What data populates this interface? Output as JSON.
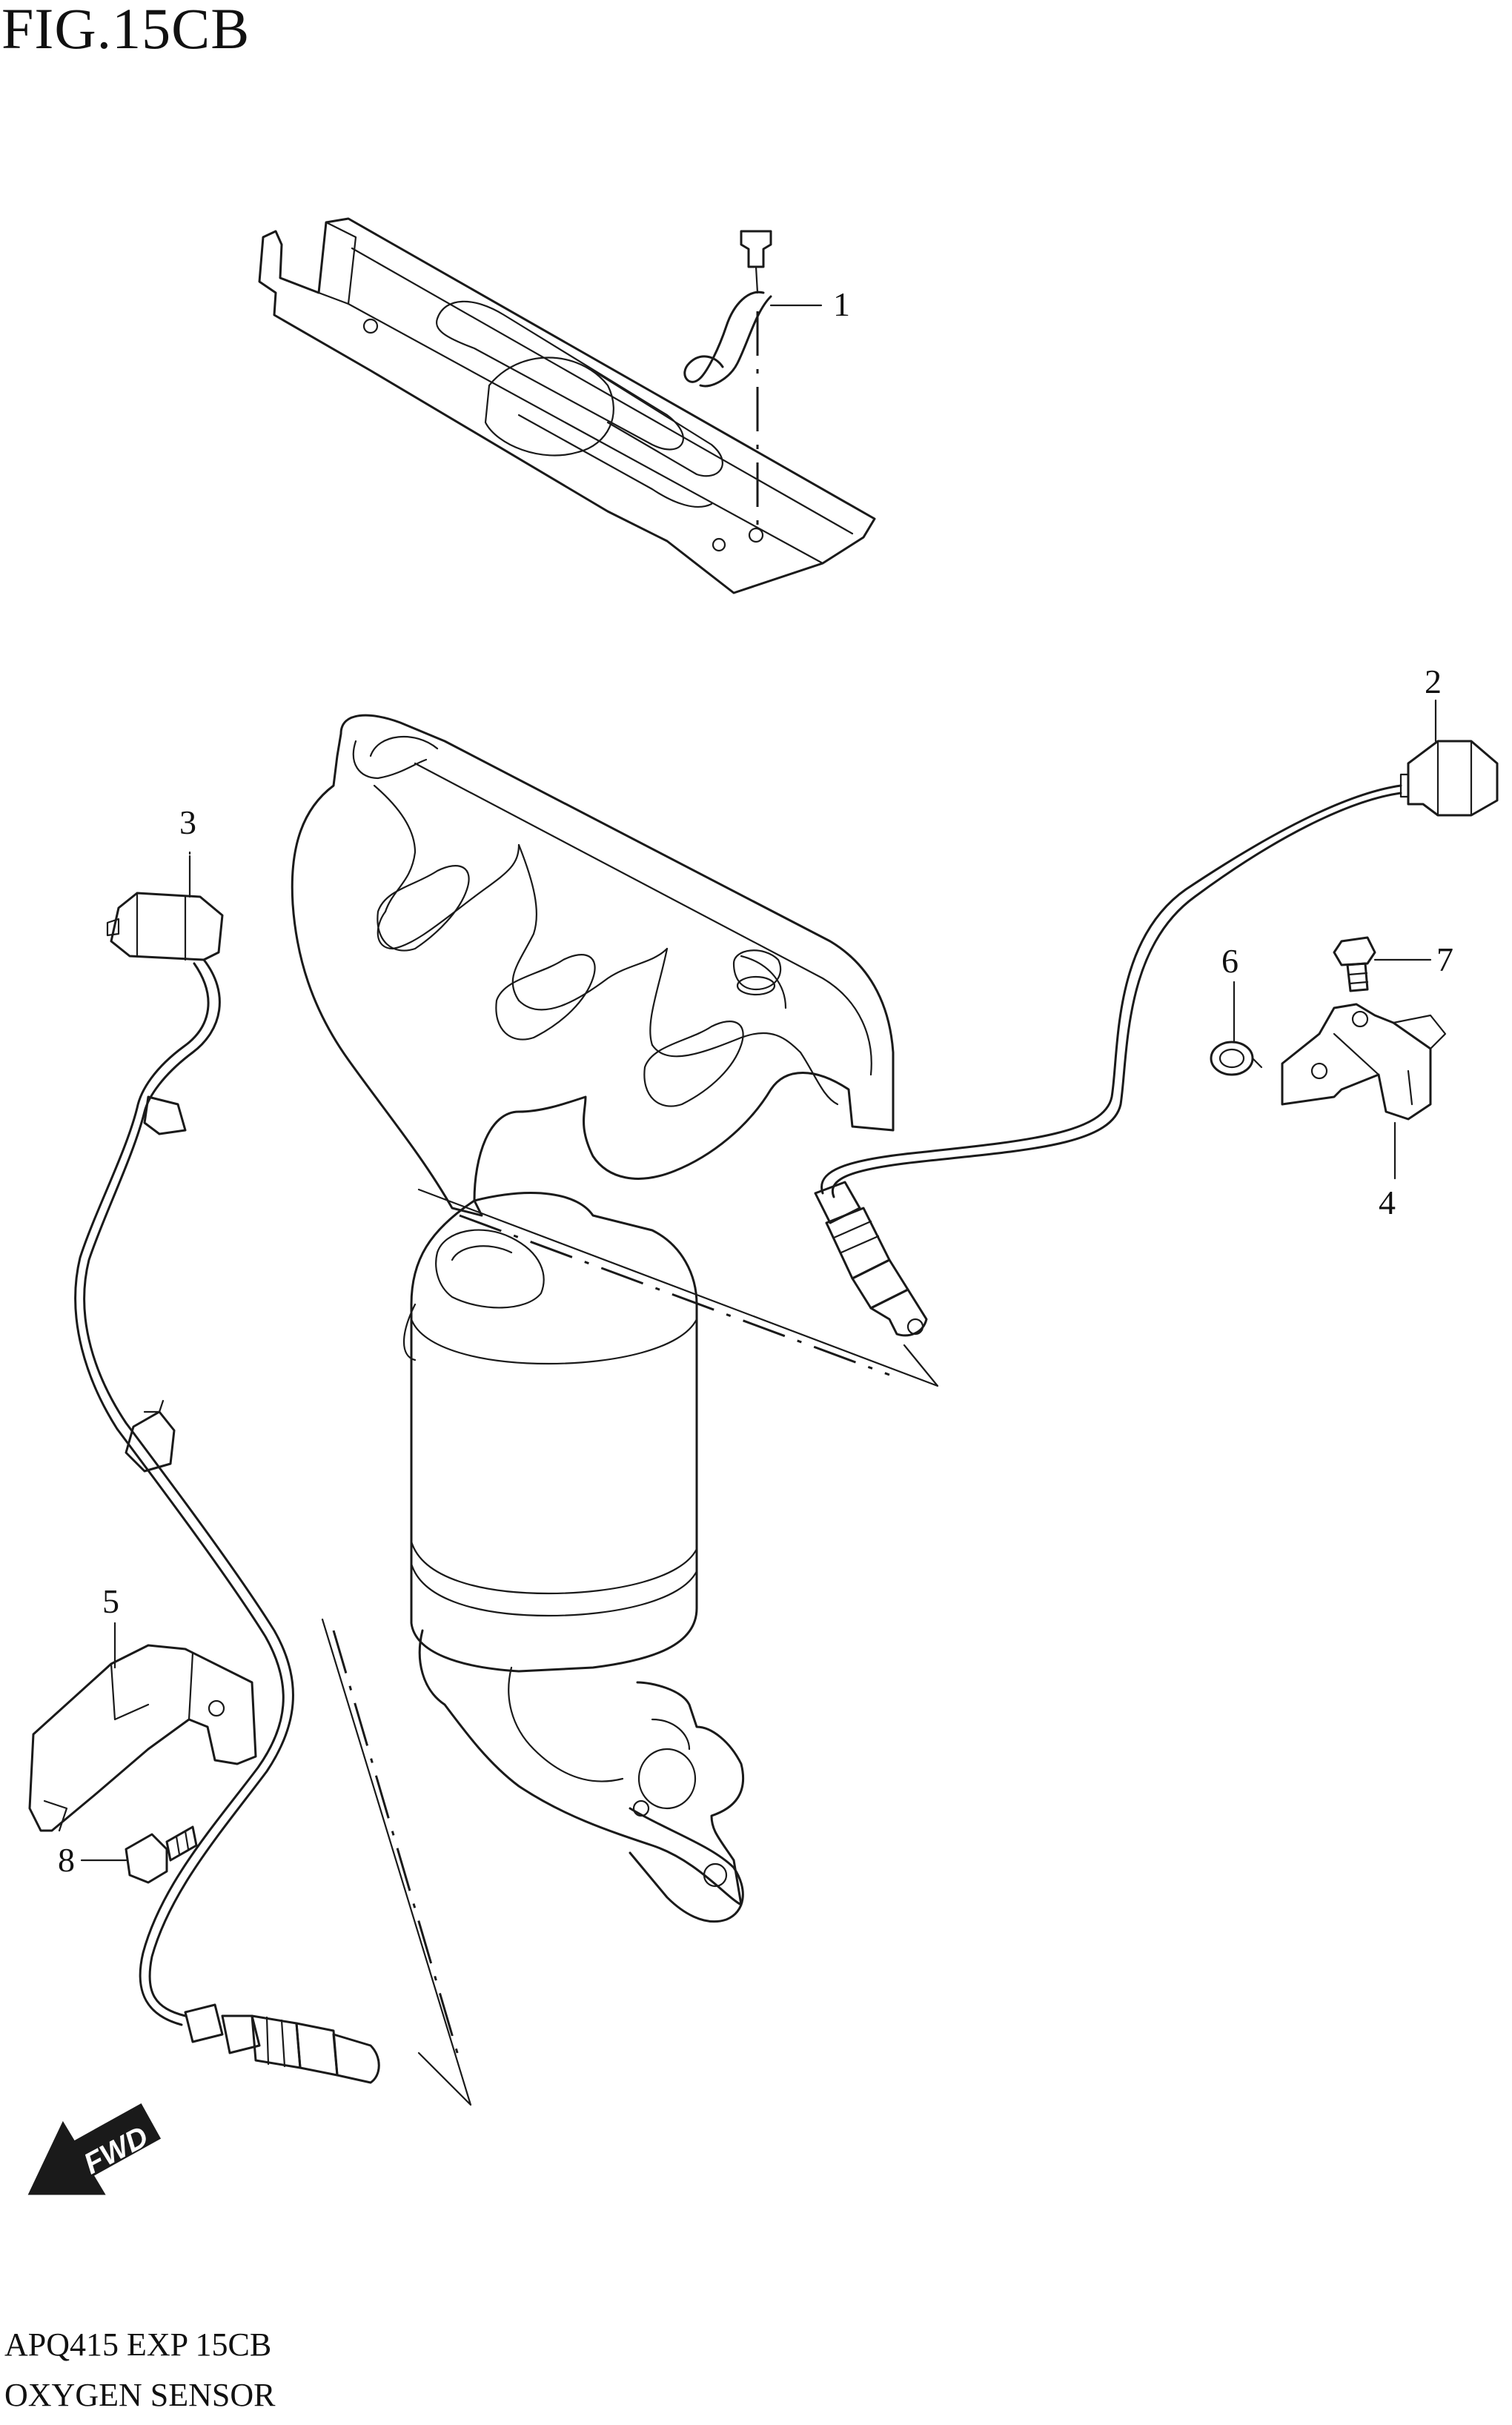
{
  "figure": {
    "title": "FIG.15CB"
  },
  "footer": {
    "code": "APQ415 EXP 15CB",
    "name": "OXYGEN SENSOR"
  },
  "callouts": [
    "1",
    "2",
    "3",
    "4",
    "5",
    "6",
    "7",
    "8"
  ],
  "direction_marker": {
    "label": "FWD",
    "icon": "fwd-arrow-icon"
  }
}
